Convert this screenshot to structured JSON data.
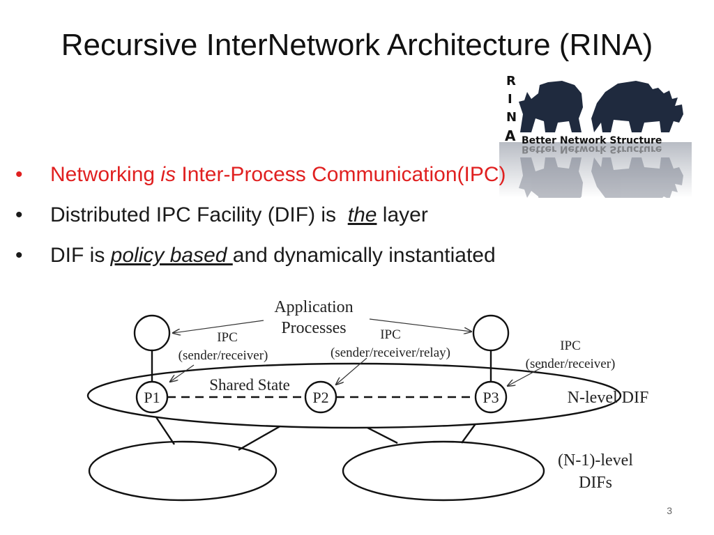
{
  "slide": {
    "title": "Recursive InterNetwork Architecture (RINA)",
    "page_number": "3"
  },
  "logo": {
    "letters": [
      "R",
      "I",
      "N",
      "A"
    ],
    "tagline": "Better Network Structure"
  },
  "bullets": [
    {
      "marker": "•",
      "prefix": "Networking ",
      "emph": "is",
      "suffix": " Inter-Process Communication(IPC)",
      "color": "#e02020"
    },
    {
      "marker": "•",
      "prefix": "Distributed IPC Facility (DIF) is  ",
      "emph": "the",
      "suffix": " layer"
    },
    {
      "marker": "•",
      "prefix": "DIF is ",
      "emph": "policy based ",
      "suffix": "and dynamically instantiated"
    }
  ],
  "diagram": {
    "app_label_line1": "Application",
    "app_label_line2": "Processes",
    "ipc_left_line1": "IPC",
    "ipc_left_line2": "(sender/receiver)",
    "ipc_mid_line1": "IPC",
    "ipc_mid_line2": "(sender/receiver/relay)",
    "ipc_right_line1": "IPC",
    "ipc_right_line2": "(sender/receiver)",
    "shared_state": "Shared State",
    "nodes": [
      "P1",
      "P2",
      "P3"
    ],
    "n_level_dif": "N-level DIF",
    "n1_level_line1": "(N-1)-level",
    "n1_level_line2": "DIFs"
  }
}
